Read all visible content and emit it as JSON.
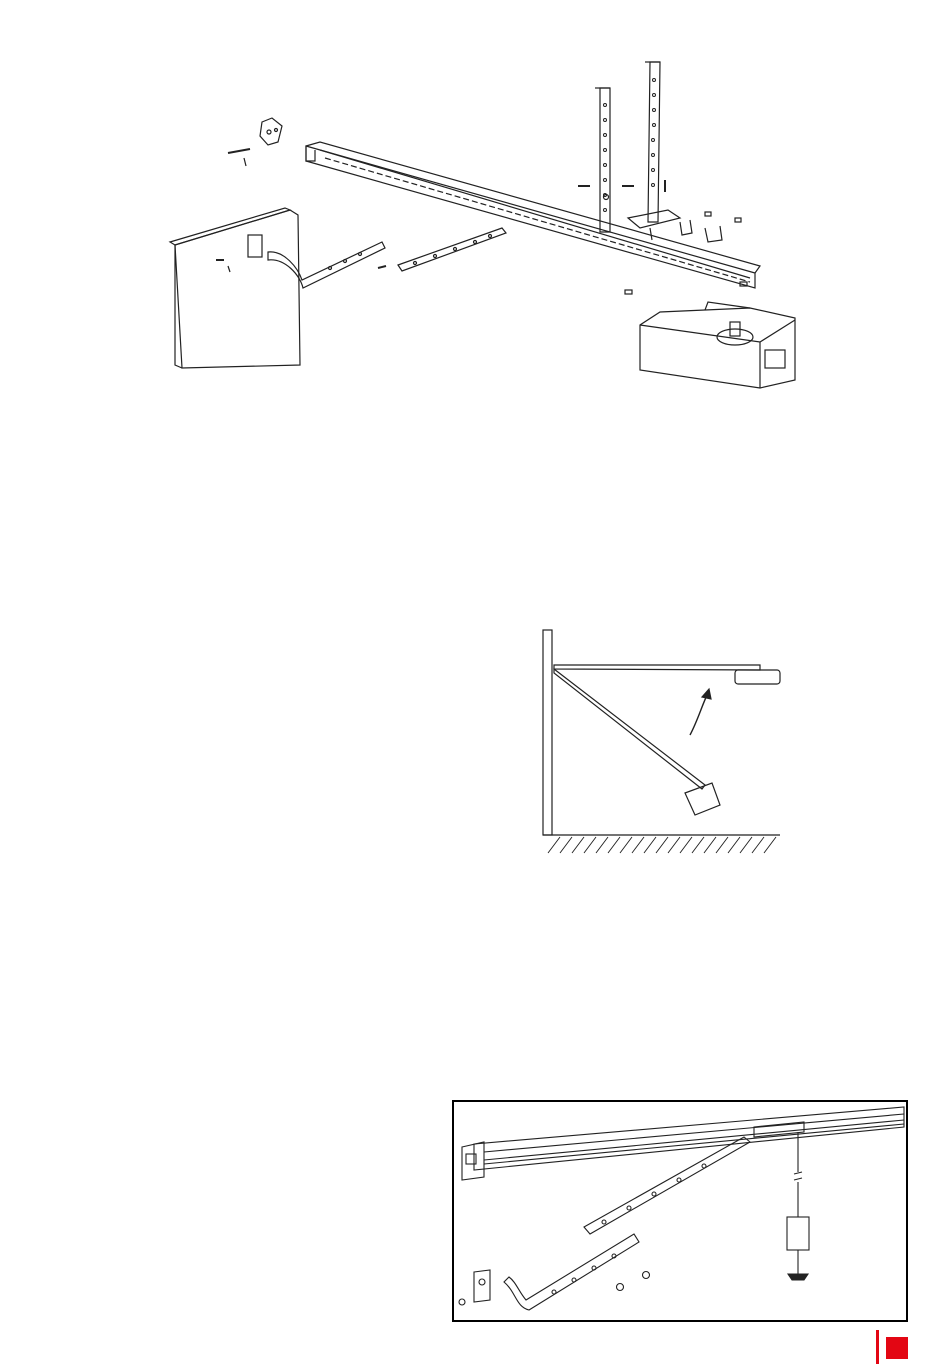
{
  "colors": {
    "line": "#222222",
    "accent": "#e30613",
    "background": "#ffffff"
  },
  "figures": [
    {
      "id": "exploded-assembly",
      "icon": "garage-opener-exploded-view-icon"
    },
    {
      "id": "rail-mounting",
      "icon": "rail-raise-arrow-icon"
    },
    {
      "id": "release-cord",
      "icon": "manual-release-cord-icon"
    }
  ]
}
